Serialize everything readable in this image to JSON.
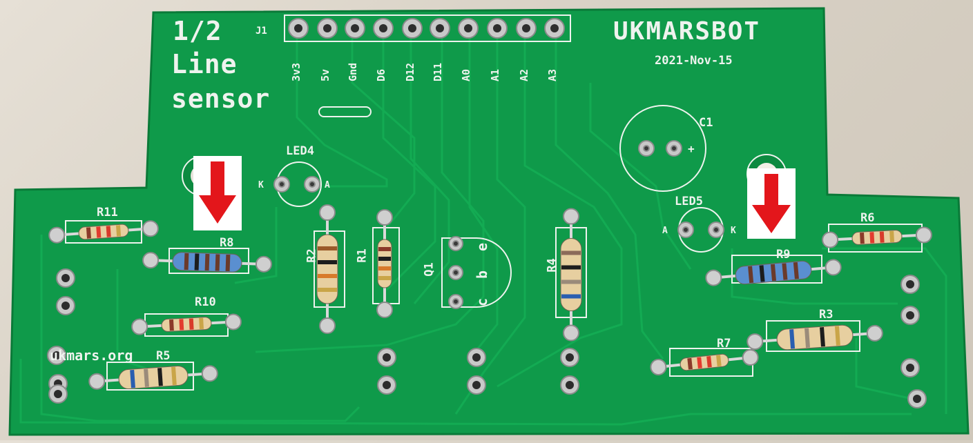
{
  "board": {
    "title": "UKMARSBOT",
    "date": "2021-Nov-15",
    "name_line1": "1/2",
    "name_line2": "Line",
    "name_line3": "sensor",
    "url": "ukmars.org",
    "connector_ref": "J1",
    "pin_labels": [
      "3v3",
      "5v",
      "Gnd",
      "D6",
      "D12",
      "D11",
      "A0",
      "A1",
      "A2",
      "A3"
    ]
  },
  "components": {
    "resistors": [
      "R1",
      "R2",
      "R3",
      "R4",
      "R5",
      "R6",
      "R7",
      "R8",
      "R9",
      "R10",
      "R11"
    ],
    "leds": [
      "LED4",
      "LED5"
    ],
    "capacitor": "C1",
    "capacitor_pol": "+",
    "transistor": "Q1",
    "transistor_pins": [
      "e",
      "b",
      "c"
    ],
    "led4_pins": [
      "K",
      "A"
    ],
    "led5_pins": [
      "A",
      "K"
    ]
  },
  "colors": {
    "pcb": "#0f9a4a",
    "pcb_dark": "#0a7f3b",
    "trace": "#12a852",
    "silkscreen": "#eef3ee",
    "pad": "#c9c9c9",
    "arrow": "#e3161b",
    "resistor_blue": "#5a8fd0",
    "resistor_tan": "#e7cfa0"
  },
  "annotations": {
    "arrows": [
      "down-arrow",
      "down-arrow"
    ]
  }
}
